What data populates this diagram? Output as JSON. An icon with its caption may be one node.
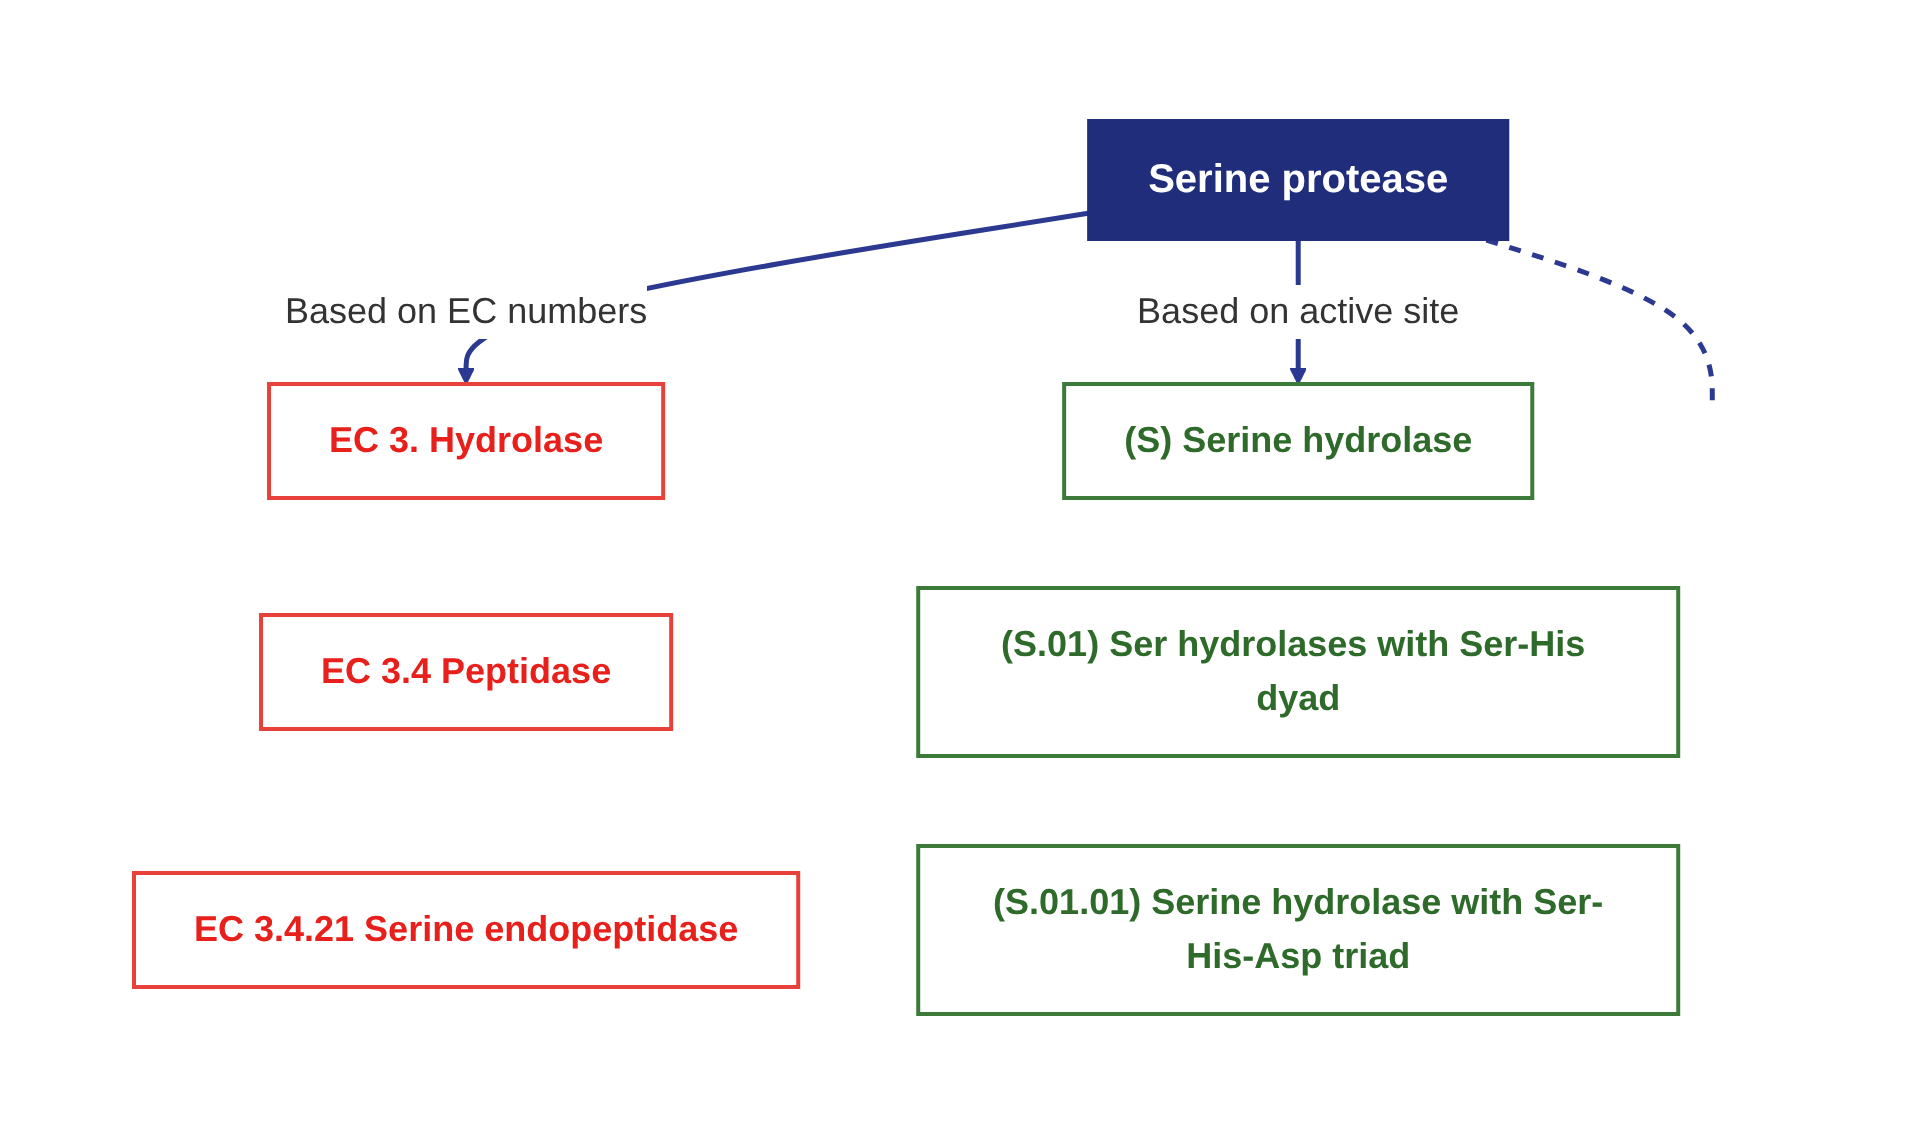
{
  "diagram": {
    "nodes": [
      {
        "text": [
          "Serine protease"
        ]
      },
      {
        "text": [
          "EC 3. Hydrolase"
        ]
      },
      {
        "text": [
          "EC 3.4 Peptidase"
        ]
      },
      {
        "text": [
          "EC 3.4.21 Serine endopeptidase"
        ]
      },
      {
        "text": [
          "(S) Serine hydrolase"
        ]
      },
      {
        "text": [
          "(S.01) Ser hydrolases with Ser-His dyad"
        ]
      },
      {
        "text": [
          "(S.01.01) Serine hydrolase with Ser-His-Asp triad"
        ]
      }
    ],
    "edges": [
      {
        "from": 0,
        "to": 1,
        "arrow": "to",
        "label": "Based on EC numbers"
      },
      {
        "from": 0,
        "to": 4,
        "arrow": "to",
        "label": "Based on active site"
      },
      {
        "from": 0,
        "to": null,
        "arrow": "none",
        "style": "dashed"
      }
    ]
  }
}
